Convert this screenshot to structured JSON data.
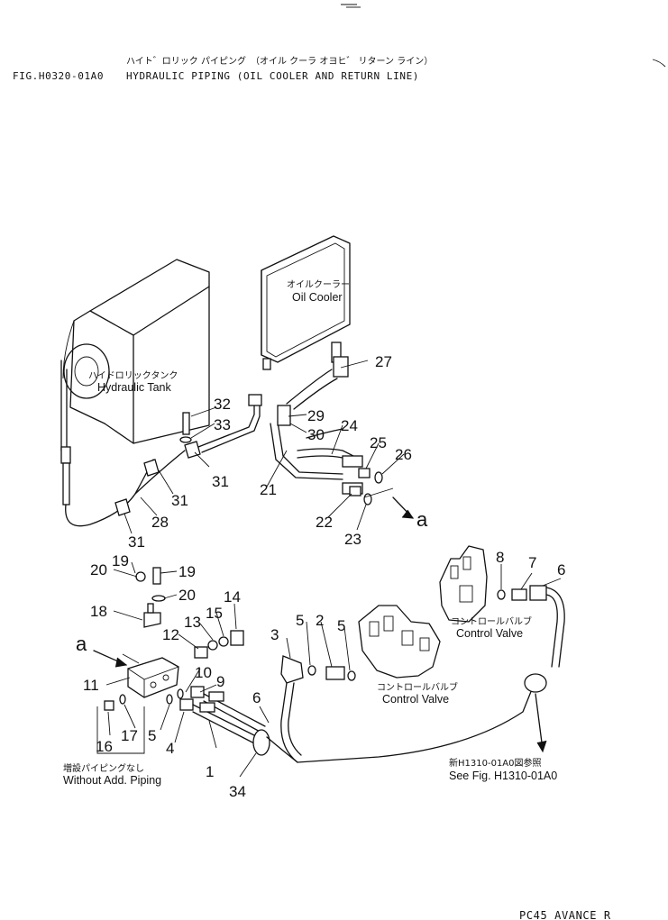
{
  "header": {
    "title_jp": "ハイト゛ロリック パイピング　（オイル クーラ オヨヒ゛ リターン ライン）",
    "figure_id": "FIG.H0320-01A0",
    "title_en": "HYDRAULIC PIPING (OIL COOLER AND RETURN LINE)"
  },
  "components": {
    "oil_cooler": {
      "jp": "オイルクーラー",
      "en": "Oil Cooler"
    },
    "hydraulic_tank": {
      "jp": "ハイドロリックタンク",
      "en": "Hydraulic Tank"
    },
    "control_valve_upper": {
      "jp": "コントロールバルブ",
      "en": "Control Valve"
    },
    "control_valve_lower": {
      "jp": "コントロールバルブ",
      "en": "Control Valve"
    }
  },
  "notes": {
    "without_piping_jp": "増設パイピングなし",
    "without_piping_en": "Without Add. Piping",
    "see_fig_jp": "新H1310-01A0図参照",
    "see_fig_en": "See Fig. H1310-01A0"
  },
  "connection_marker": "a",
  "part_numbers": {
    "p1": "1",
    "p2": "2",
    "p3": "3",
    "p4": "4",
    "p5a": "5",
    "p5b": "5",
    "p5c": "5",
    "p6a": "6",
    "p6b": "6",
    "p7": "7",
    "p8": "8",
    "p9": "9",
    "p10": "10",
    "p11": "11",
    "p12": "12",
    "p13": "13",
    "p14": "14",
    "p15": "15",
    "p16": "16",
    "p17": "17",
    "p18": "18",
    "p19a": "19",
    "p19b": "19",
    "p20a": "20",
    "p20b": "20",
    "p21": "21",
    "p22": "22",
    "p23": "23",
    "p24": "24",
    "p25": "25",
    "p26": "26",
    "p27": "27",
    "p28": "28",
    "p29": "29",
    "p30": "30",
    "p31a": "31",
    "p31b": "31",
    "p31c": "31",
    "p32": "32",
    "p33": "33",
    "p34": "34"
  },
  "footer": {
    "model": "PC45 AVANCE R"
  }
}
